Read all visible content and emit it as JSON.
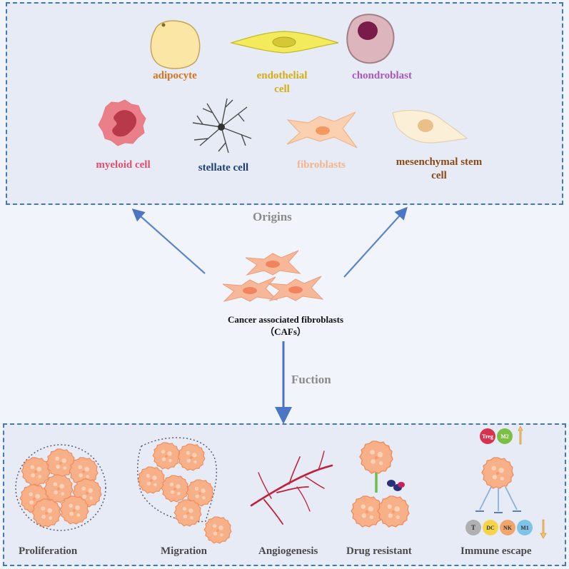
{
  "origins": {
    "title": "Origins",
    "cells": {
      "adipocyte": {
        "label": "adipocyte",
        "color": "#d7731e"
      },
      "endothelial": {
        "label_line1": "endothelial",
        "label_line2": "cell",
        "color": "#d5ad18"
      },
      "chondroblast": {
        "label": "chondroblast",
        "color": "#a957c6"
      },
      "myeloid": {
        "label": "myeloid cell",
        "color": "#e0506a"
      },
      "stellate": {
        "label": "stellate cell",
        "color": "#1e3e7a"
      },
      "fibroblasts": {
        "label": "fibroblasts",
        "color": "#f2b58c"
      },
      "msc": {
        "label_line1": "mesenchymal stem",
        "label_line2": "cell",
        "color": "#8a4a16"
      }
    }
  },
  "cafs": {
    "title_line1": "Cancer associated fibroblasts",
    "title_line2": "（CAFs）"
  },
  "function": {
    "title": "Fuction",
    "items": {
      "proliferation": "Proliferation",
      "migration": "Migration",
      "angiogenesis": "Angiogenesis",
      "drug_resistant": "Drug resistant",
      "immune_escape": "Immune escape"
    },
    "immune_badges": {
      "treg": "Treg",
      "m2": "M2",
      "t": "T",
      "dc": "DC",
      "nk": "NK",
      "m1": "M1"
    }
  }
}
